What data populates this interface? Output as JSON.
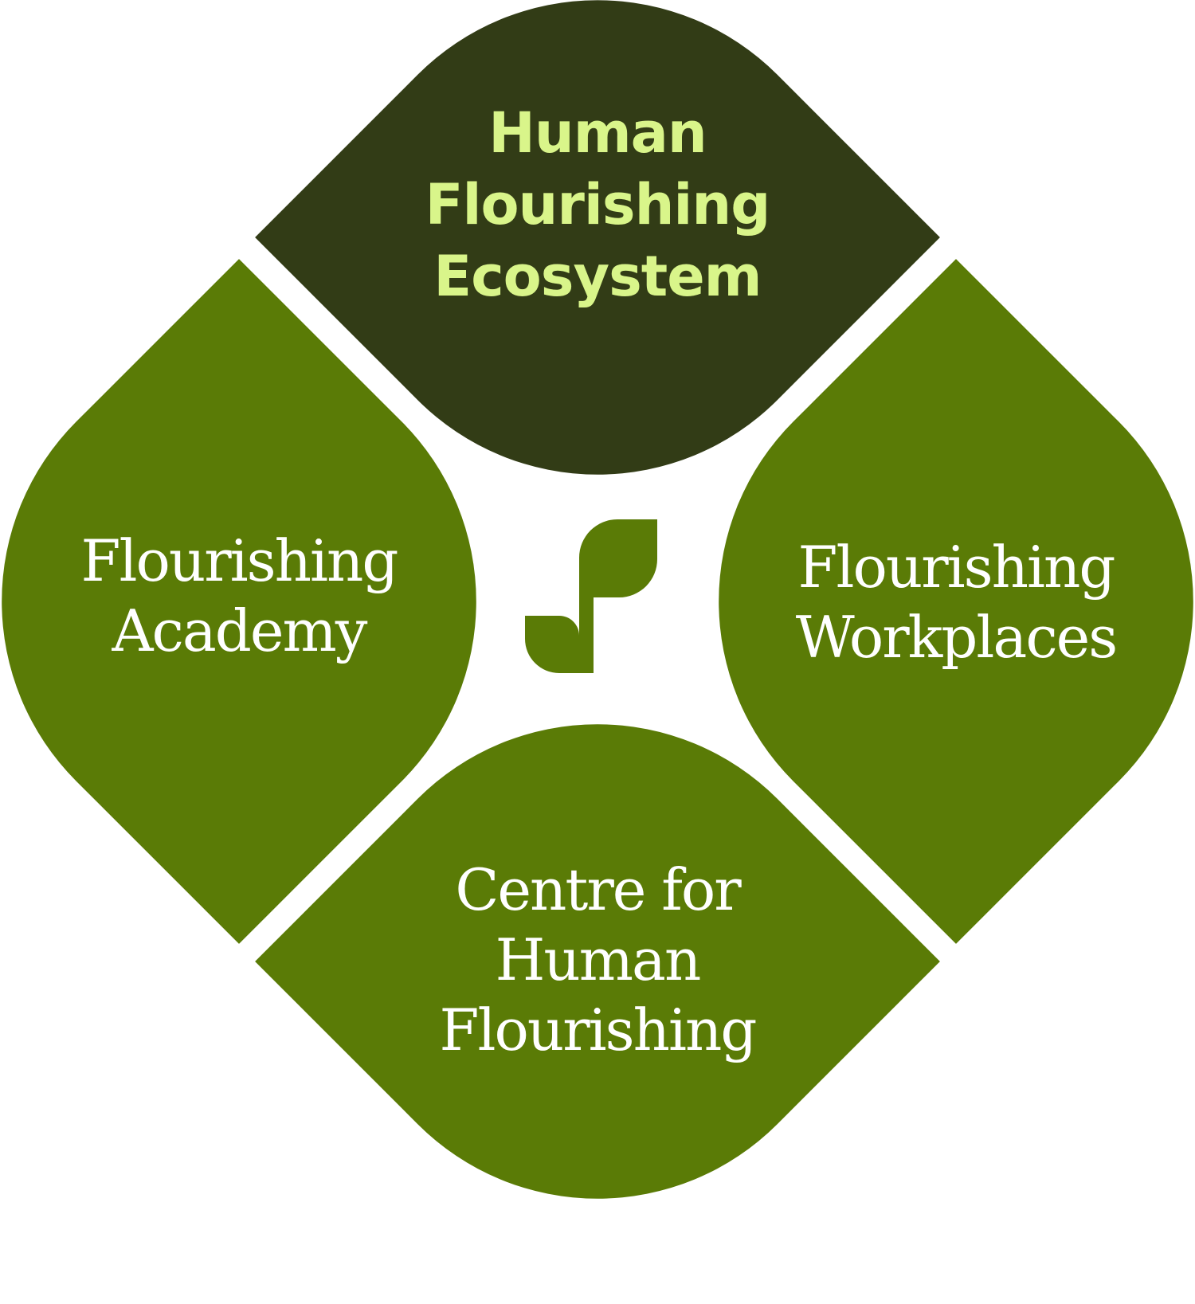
{
  "colors": {
    "dark": "#323c16",
    "primary": "#5a7b06",
    "accent_text": "#d9f58a",
    "text": "#ffffff"
  },
  "petals": {
    "top": {
      "label": "Human\nFlourishing\nEcosystem"
    },
    "left": {
      "label": "Flourishing\nAcademy"
    },
    "right": {
      "label": "Flourishing\nWorkplaces"
    },
    "bottom": {
      "label": "Centre for\nHuman\nFlourishing"
    }
  },
  "logo": {
    "icon": "sprout-icon"
  }
}
